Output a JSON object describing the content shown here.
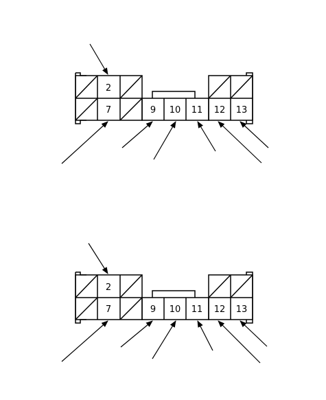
{
  "connectors": [
    {
      "id": "top",
      "upper_row": [
        {
          "label": "",
          "hatched": true
        },
        {
          "label": "2",
          "hatched": false
        },
        {
          "label": "",
          "hatched": true
        },
        {
          "label": "",
          "hatched": true
        },
        {
          "label": "",
          "hatched": true
        }
      ],
      "lower_row": [
        {
          "label": "",
          "hatched": true
        },
        {
          "label": "7",
          "hatched": false
        },
        {
          "label": "",
          "hatched": true
        },
        {
          "label": "9",
          "hatched": false
        },
        {
          "label": "10",
          "hatched": false
        },
        {
          "label": "11",
          "hatched": false
        },
        {
          "label": "12",
          "hatched": false
        },
        {
          "label": "13",
          "hatched": false
        }
      ]
    },
    {
      "id": "bottom",
      "upper_row": [
        {
          "label": "",
          "hatched": true
        },
        {
          "label": "2",
          "hatched": false
        },
        {
          "label": "",
          "hatched": true
        },
        {
          "label": "",
          "hatched": true
        },
        {
          "label": "",
          "hatched": true
        }
      ],
      "lower_row": [
        {
          "label": "",
          "hatched": true
        },
        {
          "label": "7",
          "hatched": false
        },
        {
          "label": "",
          "hatched": true
        },
        {
          "label": "9",
          "hatched": false
        },
        {
          "label": "10",
          "hatched": false
        },
        {
          "label": "11",
          "hatched": false
        },
        {
          "label": "12",
          "hatched": false
        },
        {
          "label": "13",
          "hatched": false
        }
      ]
    }
  ]
}
